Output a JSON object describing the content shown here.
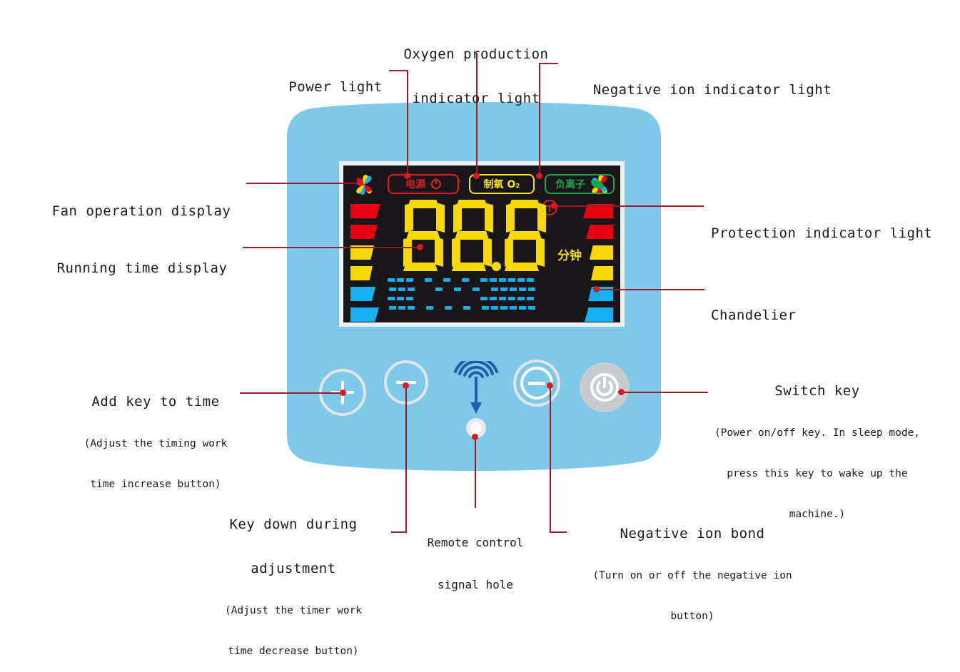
{
  "diagram": {
    "title_type": "annotated-control-panel",
    "accent_line_color": "#9c1b24",
    "body_color": "#7ec8ea",
    "lcd_bg_color": "#181618"
  },
  "callouts": {
    "power_light": {
      "title": "Power light"
    },
    "oxygen_light": {
      "line1": "Oxygen production",
      "line2": "indicator light"
    },
    "negative_ion_light": {
      "title": "Negative ion indicator light"
    },
    "fan_display": {
      "title": "Fan operation display"
    },
    "running_time": {
      "title": "Running time display"
    },
    "protection_light": {
      "title": "Protection indicator light"
    },
    "chandelier": {
      "title": "Chandelier"
    },
    "add_key": {
      "title": "Add key to time",
      "sub1": "(Adjust the timing work",
      "sub2": "time increase button)"
    },
    "down_key": {
      "title1": "Key down during",
      "title2": "adjustment",
      "sub1": "(Adjust the timer work",
      "sub2": "time decrease button)"
    },
    "remote_hole": {
      "line1": "Remote control",
      "line2": "signal hole"
    },
    "negative_ion_bond": {
      "title": "Negative ion bond",
      "sub1": "(Turn on or off the negative ion",
      "sub2": "button)"
    },
    "switch_key": {
      "title": "Switch key",
      "sub1": "(Power on/off key. In sleep mode,",
      "sub2": "press this key to wake up the",
      "sub3": "machine.)"
    }
  },
  "lcd": {
    "pills": [
      {
        "id": "power",
        "label": "电源",
        "icon": "power-symbol-icon",
        "color": "#e02020"
      },
      {
        "id": "oxygen",
        "label": "制氧 O₂",
        "icon": "o2-icon",
        "color": "#f2e11c"
      },
      {
        "id": "negative_ion",
        "label": "负离子",
        "icon": "leaf-icon",
        "color": "#16a64a"
      }
    ],
    "digits": "88.8",
    "unit_label": "分钟",
    "protection_icon": "umbrella-protection-icon",
    "fan_icon_left": "pinwheel-fan-icon",
    "fan_icon_right": "pinwheel-fan-icon",
    "bar_colors": [
      "#e60012",
      "#e60012",
      "#f5d90a",
      "#f5d90a",
      "#16b0f0",
      "#16b0f0"
    ],
    "matrix_color": "#16b0f0"
  },
  "keys": [
    {
      "id": "plus",
      "glyph": "+",
      "name": "add-time-key"
    },
    {
      "id": "minus",
      "glyph": "−",
      "name": "reduce-time-key"
    },
    {
      "id": "ir",
      "glyph": "",
      "name": "remote-signal-hole"
    },
    {
      "id": "ion",
      "glyph": "−",
      "name": "negative-ion-key"
    },
    {
      "id": "power",
      "glyph": "⏻",
      "name": "power-switch-key"
    }
  ]
}
